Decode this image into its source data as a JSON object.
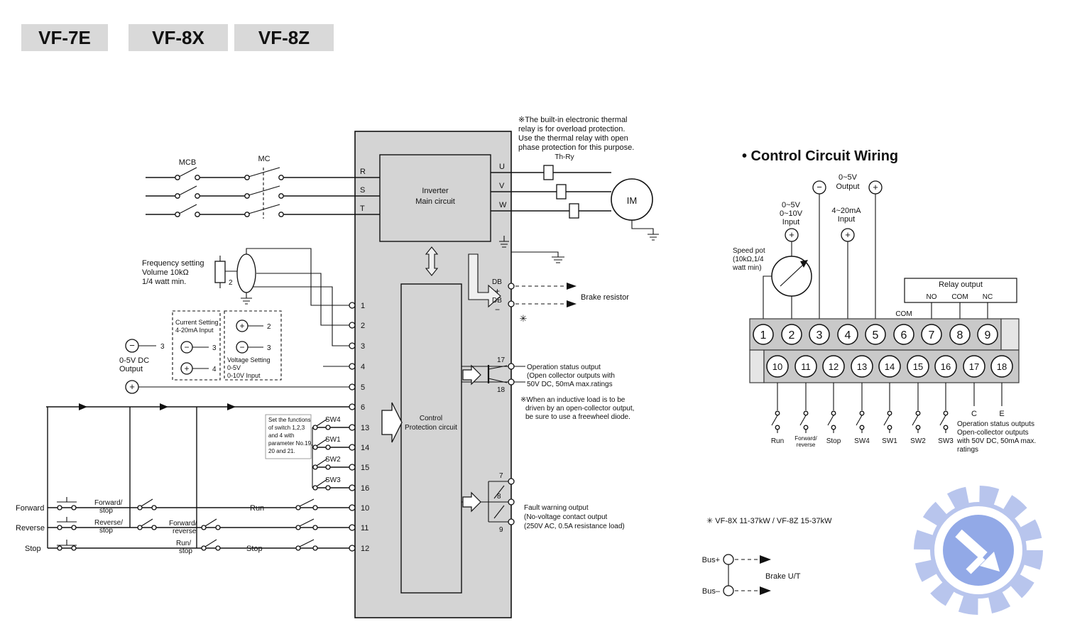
{
  "models": [
    "VF-7E",
    "VF-8X",
    "VF-8Z"
  ],
  "signs": {
    "plus": "+",
    "minus": "−"
  },
  "main": {
    "mcb": "MCB",
    "mc": "MC",
    "phase_in": [
      "R",
      "S",
      "T"
    ],
    "phase_out": [
      "U",
      "V",
      "W"
    ],
    "th_ry": "Th-Ry",
    "im": "IM",
    "inverter_box": [
      "Inverter",
      "Main circuit"
    ],
    "control_box": [
      "Control",
      "Protection circuit"
    ],
    "thermal_note": [
      "※The built-in electronic thermal",
      "relay is for overload protection.",
      "Use the thermal relay with open",
      "phase protection for this purpose."
    ],
    "db": {
      "label_top": "DB",
      "sign_top": "+",
      "label_bot": "DB",
      "sign_bot": "−"
    },
    "brake_resistor": "Brake resistor",
    "footnote_mark": "✳",
    "freq_note": [
      "Frequency setting",
      "Volume 10kΩ",
      "1/4 watt min."
    ],
    "pot_pin": "2",
    "current_box": [
      "Current Setting",
      "4-20mA Input"
    ],
    "voltage_box": [
      "Voltage Setting",
      "0-5V",
      "0-10V Input"
    ],
    "dc_out": [
      "0-5V DC",
      "Output"
    ],
    "pins": {
      "dc_minus": "3",
      "cur_minus": "3",
      "cur_plus": "4",
      "volt_plus": "2",
      "volt_minus": "3"
    },
    "terminals_analog": [
      "1",
      "2",
      "3",
      "4",
      "5",
      "6"
    ],
    "sw_names": [
      "SW4",
      "SW1",
      "SW2",
      "SW3"
    ],
    "terminals_sw": [
      "13",
      "14",
      "15",
      "16"
    ],
    "terminals_run": [
      "10",
      "11",
      "12"
    ],
    "switch_note": [
      "Set the functions",
      "of switch 1,2,3",
      "and 4 with",
      "parameter No.19,",
      "20 and 21."
    ],
    "ctrl_col1": [
      "Forward",
      "Reverse",
      "Stop"
    ],
    "ctrl_col2": [
      [
        "Forward/",
        "stop"
      ],
      [
        "Reverse/",
        "stop"
      ]
    ],
    "ctrl_col3": [
      [
        "Forward/",
        "reverse"
      ],
      [
        "Run/",
        "stop"
      ]
    ],
    "ctrl_col4": [
      "Run",
      "Stop"
    ],
    "terminals_oc": [
      "17",
      "18"
    ],
    "oc_note": [
      "Operation status output",
      "(Open collector outputs with",
      "50V DC, 50mA max.ratings"
    ],
    "freewheel_note": [
      "※When an inductive load is to be",
      "driven by an open-collector output,",
      "be sure to use a freewheel diode."
    ],
    "terminals_fault": [
      "7",
      "8",
      "9"
    ],
    "fault_note": [
      "Fault warning output",
      "(No-voltage contact output",
      "(250V AC, 0.5A resistance load)"
    ]
  },
  "right": {
    "title": "• Control Circuit Wiring",
    "out5v": [
      "0~5V",
      "Output"
    ],
    "in5v": [
      "0~5V",
      "0~10V",
      "Input"
    ],
    "in420": [
      "4~20mA",
      "Input"
    ],
    "speed_pot": [
      "Speed pot",
      "(10kΩ,1/4",
      "watt min)"
    ],
    "relay_output": "Relay output",
    "relay_pins": [
      "NO",
      "COM",
      "NC"
    ],
    "com": "COM",
    "row1": [
      "1",
      "2",
      "3",
      "4",
      "5",
      "6",
      "7",
      "8",
      "9"
    ],
    "row2": [
      "10",
      "11",
      "12",
      "13",
      "14",
      "15",
      "16",
      "17",
      "18"
    ],
    "below_run": "Run",
    "below_fr": [
      "Forward/",
      "reverse"
    ],
    "below_stop": "Stop",
    "below_sw": [
      "SW4",
      "SW1",
      "SW2",
      "SW3"
    ],
    "c": "C",
    "e": "E",
    "oc_note": [
      "Operation status outputs",
      "Open-collector outputs",
      "with 50V DC, 50mA max.",
      "ratings"
    ],
    "bus_note": "✳ VF-8X 11-37kW / VF-8Z 15-37kW",
    "bus_plus": "Bus+",
    "bus_minus": "Bus–",
    "brake": "Brake U/T"
  }
}
